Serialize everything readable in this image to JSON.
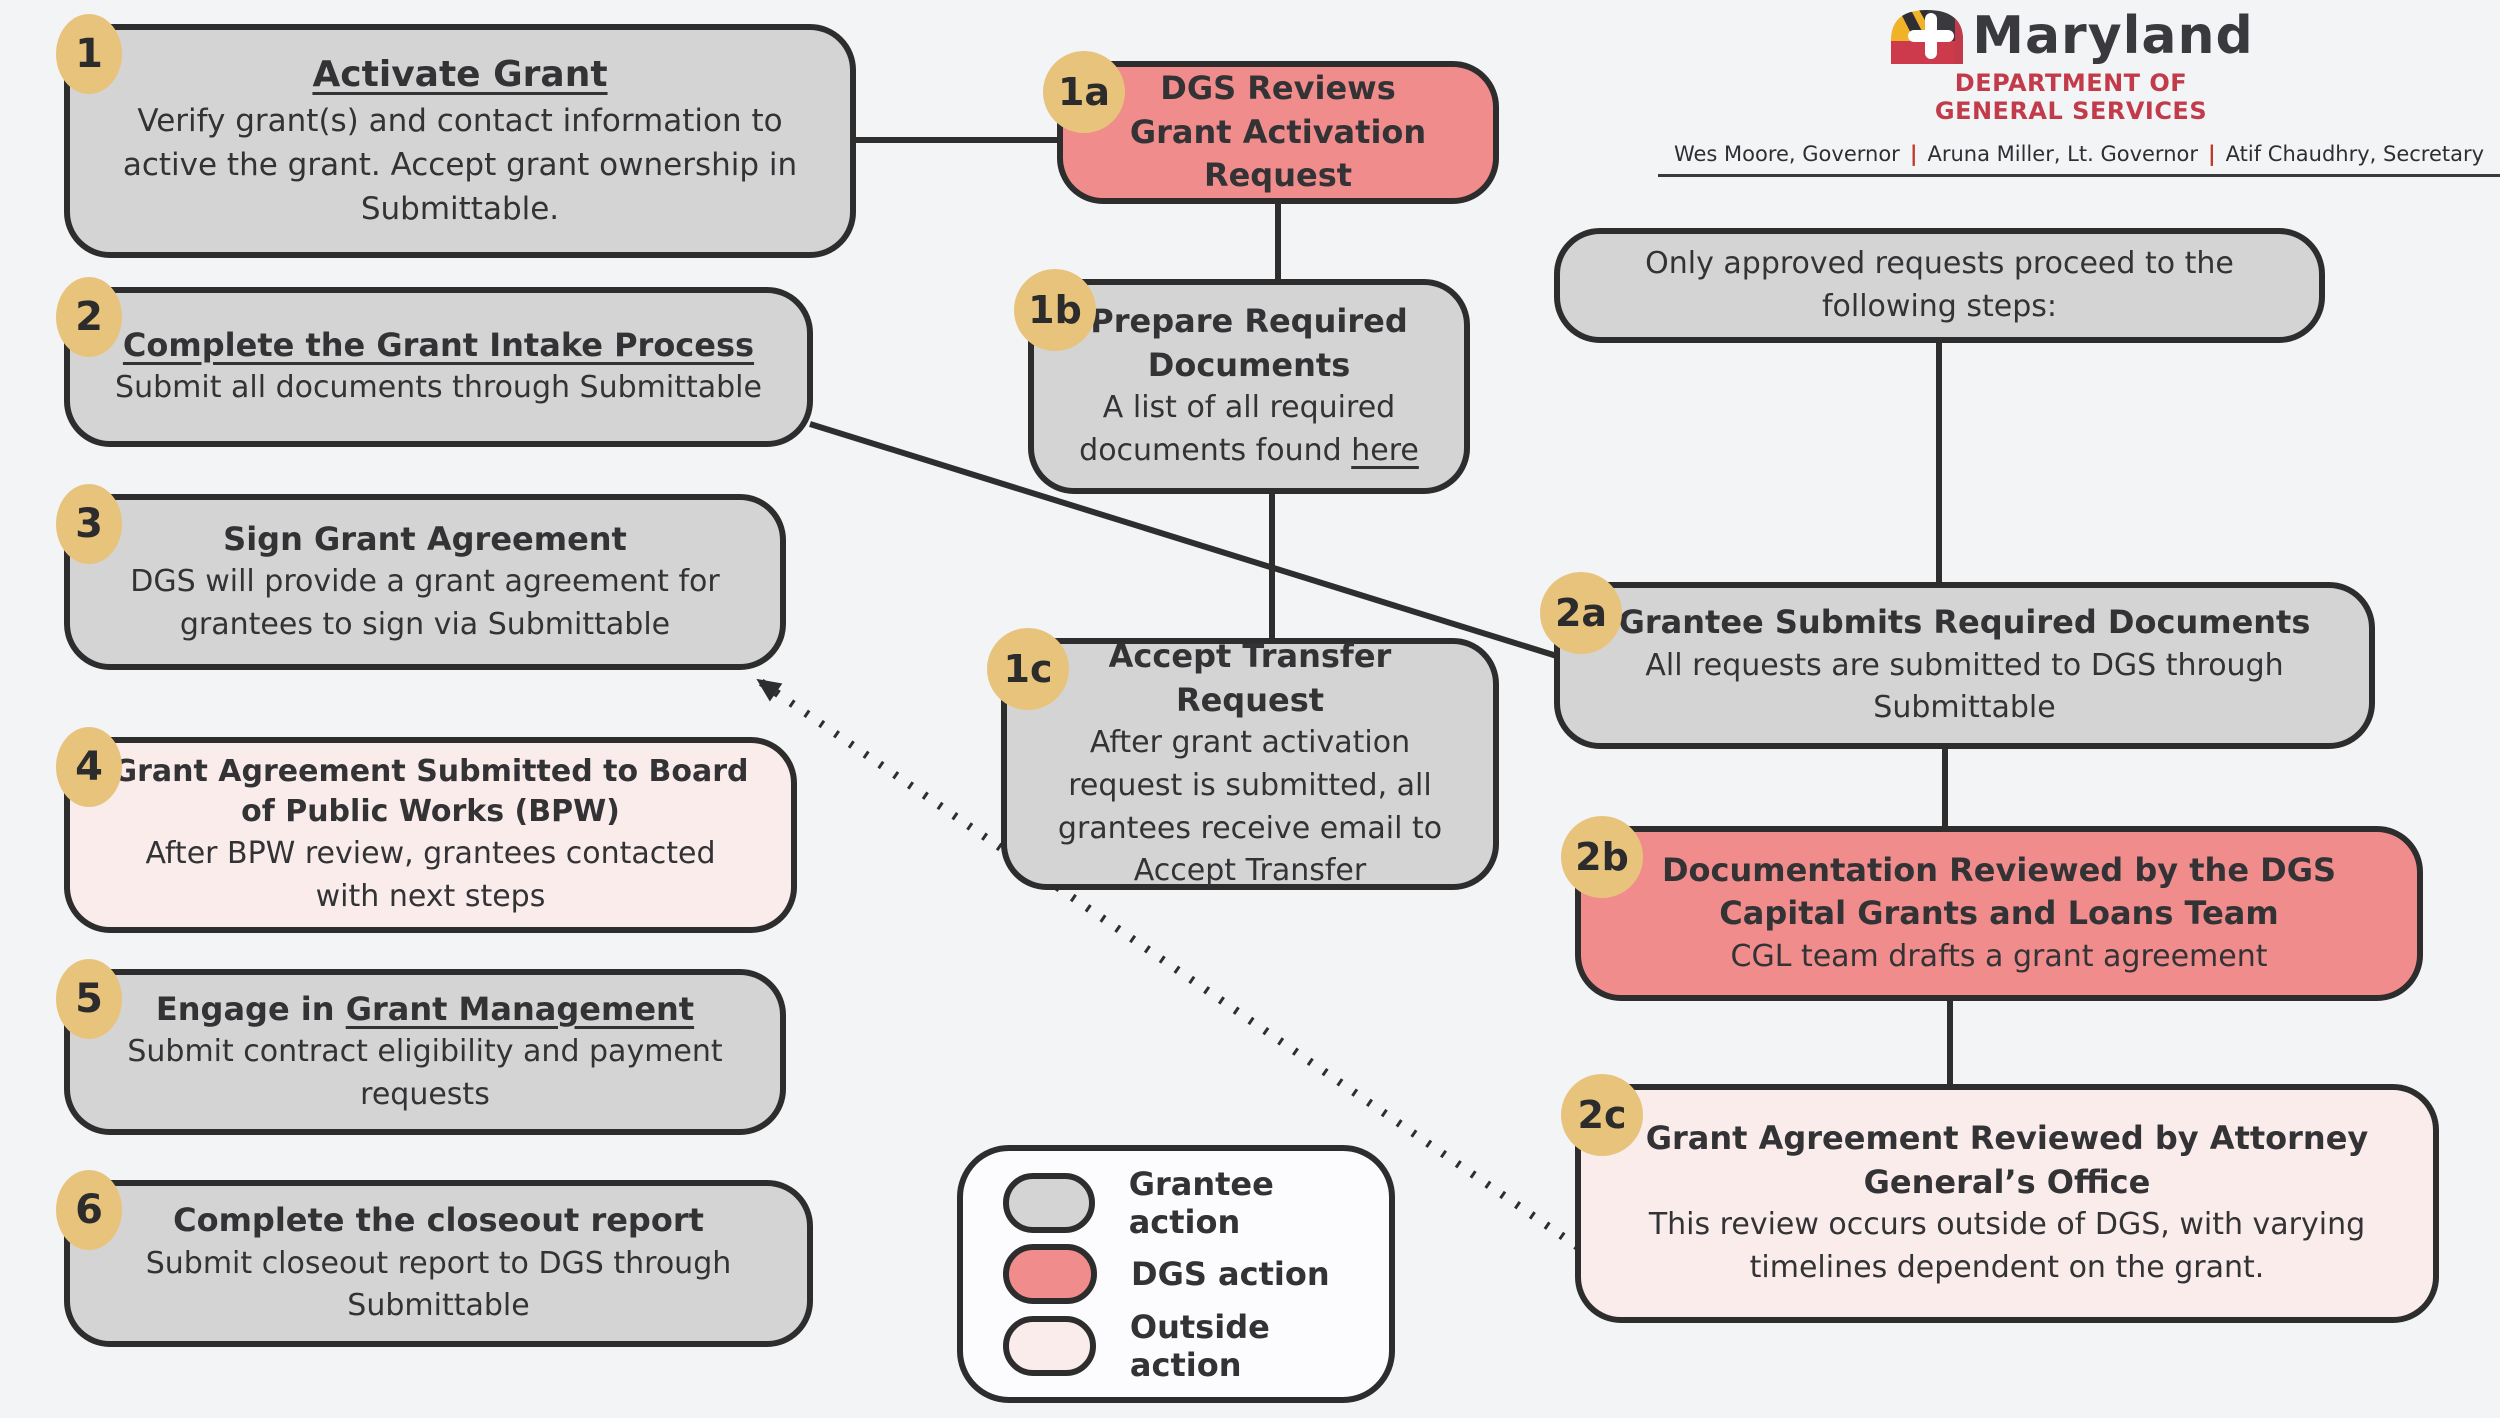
{
  "header": {
    "brand": "Maryland",
    "dept_line1": "DEPARTMENT OF",
    "dept_line2": "GENERAL SERVICES",
    "officials": [
      "Wes Moore, Governor",
      "Aruna Miller, Lt. Governor",
      "Atif Chaudhry, Secretary"
    ],
    "separator": "|"
  },
  "boxes": {
    "b1": {
      "badge": "1",
      "title": "Activate Grant",
      "body": "Verify grant(s) and contact information to active the grant. Accept grant ownership in Submittable."
    },
    "b2": {
      "badge": "2",
      "title": "Complete the Grant Intake Process",
      "body": "Submit all documents through Submittable"
    },
    "b3": {
      "badge": "3",
      "title": "Sign Grant Agreement",
      "body": "DGS will provide a grant agreement for grantees to sign via Submittable"
    },
    "b4": {
      "badge": "4",
      "title": "Grant Agreement Submitted to Board of Public Works (BPW)",
      "body": "After BPW review, grantees contacted with next steps"
    },
    "b5": {
      "badge": "5",
      "title_prefix": "Engage in ",
      "title_link": "Grant Management",
      "body": "Submit contract eligibility and payment requests"
    },
    "b6": {
      "badge": "6",
      "title": "Complete the closeout report",
      "body": "Submit closeout report to DGS through Submittable"
    },
    "b1a": {
      "badge": "1a",
      "title": "DGS Reviews Grant Activation Request"
    },
    "b1b": {
      "badge": "1b",
      "title": "Prepare Required Documents",
      "body_prefix": "A list of all required documents found ",
      "body_link": "here"
    },
    "b1c": {
      "badge": "1c",
      "title": "Accept Transfer Request",
      "body": "After grant activation request is submitted, all grantees receive email to Accept Transfer"
    },
    "note": {
      "text": "Only approved requests proceed to the following steps:"
    },
    "b2a": {
      "badge": "2a",
      "title": "Grantee Submits Required Documents",
      "body": "All requests are submitted to DGS through Submittable"
    },
    "b2b": {
      "badge": "2b",
      "title": "Documentation Reviewed by the DGS Capital Grants and Loans Team",
      "body": "CGL team drafts a grant agreement"
    },
    "b2c": {
      "badge": "2c",
      "title": "Grant Agreement Reviewed by Attorney General’s Office",
      "body": "This review occurs outside of DGS, with varying timelines dependent on the grant."
    }
  },
  "legend": {
    "items": [
      {
        "label": "Grantee action",
        "type": "grantee"
      },
      {
        "label": "DGS action",
        "type": "dgs"
      },
      {
        "label": "Outside action",
        "type": "outside"
      }
    ]
  },
  "colors": {
    "grantee_fill": "#d4d4d4",
    "dgs_fill": "#f18c8c",
    "outside_fill": "#f9eceb",
    "badge_fill": "#e8c37c",
    "border": "#2d2d2d",
    "background": "#f3f4f6",
    "accent_red": "#c23b4b"
  }
}
